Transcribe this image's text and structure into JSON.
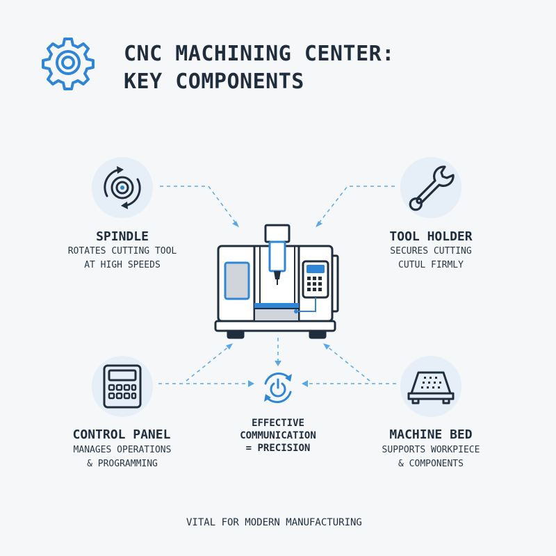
{
  "title": {
    "line1": "CNC MACHINING CENTER:",
    "line2": "KEY COMPONENTS"
  },
  "components": {
    "spindle": {
      "heading": "SPINDLE",
      "desc_line1": "ROTATES CUTTING TOOL",
      "desc_line2": "AT HIGH SPEEDS",
      "icon": "spindle-rotation-icon"
    },
    "tool_holder": {
      "heading": "TOOL HOLDER",
      "desc_line1": "SECURES CUTTING",
      "desc_line2": "CUTUL FIRMLY",
      "icon": "wrench-icon"
    },
    "control_panel": {
      "heading": "CONTROL PANEL",
      "desc_line1": "MANAGES OPERATIONS",
      "desc_line2": "& PROGRAMMING",
      "icon": "keypad-icon"
    },
    "machine_bed": {
      "heading": "MACHINE BED",
      "desc_line1": "SUPPORTS WORKPIECE",
      "desc_line2": "& COMPONENTS",
      "icon": "machine-bed-icon"
    }
  },
  "center": {
    "line1": "EFFECTIVE",
    "line2": "COMMUNICATION",
    "line3": "= PRECISION",
    "icon": "power-sync-icon"
  },
  "footer": "VITAL FOR MODERN MANUFACTURING",
  "colors": {
    "accent": "#2f86d6",
    "dark": "#1f2d3d",
    "icon_bg": "#e6eef7",
    "connector": "#5aa9e6"
  }
}
